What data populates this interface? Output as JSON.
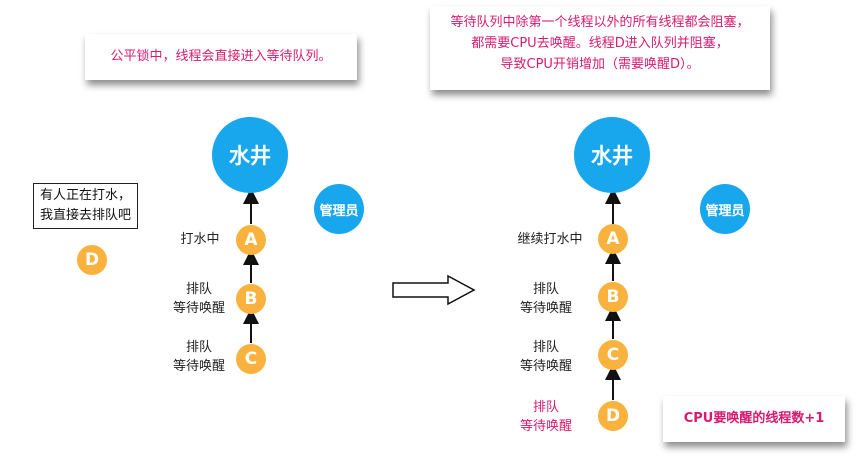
{
  "left": {
    "note": "公平锁中，线程会直接进入等待队列。",
    "well": "水井",
    "manager": "管理员",
    "speech": [
      "有人正在打水，",
      "我直接去排队吧"
    ],
    "newcomer": "D",
    "nodes": [
      {
        "letter": "A",
        "label": [
          "打水中"
        ]
      },
      {
        "letter": "B",
        "label": [
          "排队",
          "等待唤醒"
        ]
      },
      {
        "letter": "C",
        "label": [
          "排队",
          "等待唤醒"
        ]
      }
    ]
  },
  "right": {
    "note": [
      "等待队列中除第一个线程以外的所有线程都会阻塞，",
      "都需要CPU去唤醒。线程D进入队列并阻塞，",
      "导致CPU开销增加（需要唤醒D）。"
    ],
    "well": "水井",
    "manager": "管理员",
    "nodes": [
      {
        "letter": "A",
        "label": [
          "继续打水中"
        ]
      },
      {
        "letter": "B",
        "label": [
          "排队",
          "等待唤醒"
        ]
      },
      {
        "letter": "C",
        "label": [
          "排队",
          "等待唤醒"
        ]
      },
      {
        "letter": "D",
        "label": [
          "排队",
          "等待唤醒"
        ]
      }
    ],
    "cpu_note": "CPU要唤醒的线程数+1"
  },
  "colors": {
    "blue": "#18a7ec",
    "orange": "#f9b23e",
    "pink": "#d81b70"
  }
}
